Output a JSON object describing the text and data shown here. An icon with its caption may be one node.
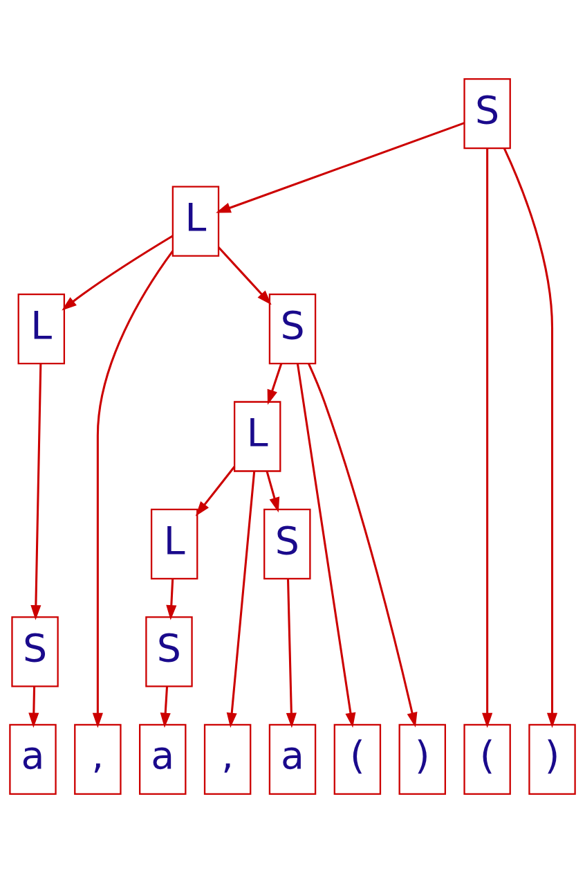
{
  "diagram": {
    "nodes": [
      {
        "text": [
          "S"
        ]
      },
      {
        "text": [
          "L"
        ]
      },
      {
        "text": [
          "S"
        ]
      },
      {
        "text": [
          "L"
        ]
      },
      {
        "text": [
          "L"
        ]
      },
      {
        "text": [
          "L"
        ]
      },
      {
        "text": [
          "S"
        ]
      },
      {
        "text": [
          "S"
        ]
      },
      {
        "text": [
          "S"
        ]
      },
      {
        "text": [
          "("
        ]
      },
      {
        "text": [
          "a"
        ]
      },
      {
        "text": [
          ","
        ]
      },
      {
        "text": [
          "("
        ]
      },
      {
        "text": [
          "a"
        ]
      },
      {
        "text": [
          ","
        ]
      },
      {
        "text": [
          "a"
        ]
      },
      {
        "text": [
          ")"
        ]
      },
      {
        "text": [
          ")"
        ]
      }
    ],
    "edges": [
      {
        "from": 0,
        "to": 1,
        "arrow": "to"
      },
      {
        "from": 0,
        "to": 9,
        "arrow": "to"
      },
      {
        "from": 0,
        "to": 17,
        "arrow": "to"
      },
      {
        "from": 1,
        "to": 4,
        "arrow": "to"
      },
      {
        "from": 1,
        "to": 11,
        "arrow": "to"
      },
      {
        "from": 1,
        "to": 2,
        "arrow": "to"
      },
      {
        "from": 2,
        "to": 3,
        "arrow": "to"
      },
      {
        "from": 2,
        "to": 12,
        "arrow": "to"
      },
      {
        "from": 2,
        "to": 16,
        "arrow": "to"
      },
      {
        "from": 3,
        "to": 5,
        "arrow": "to"
      },
      {
        "from": 3,
        "to": 14,
        "arrow": "to"
      },
      {
        "from": 3,
        "to": 8,
        "arrow": "to"
      },
      {
        "from": 4,
        "to": 6,
        "arrow": "to"
      },
      {
        "from": 6,
        "to": 10,
        "arrow": "to"
      },
      {
        "from": 5,
        "to": 7,
        "arrow": "to"
      },
      {
        "from": 7,
        "to": 13,
        "arrow": "to"
      },
      {
        "from": 8,
        "to": 15,
        "arrow": "to"
      }
    ]
  }
}
